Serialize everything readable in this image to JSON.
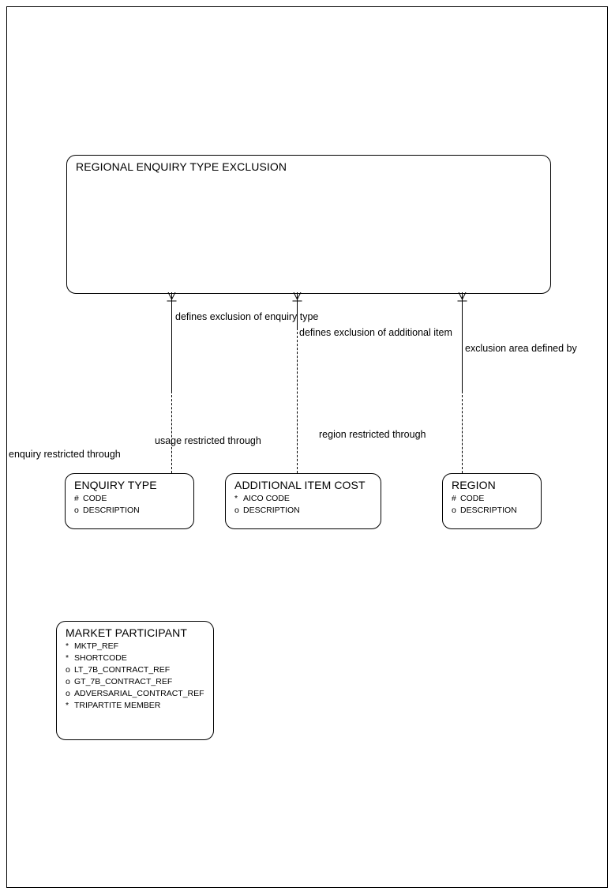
{
  "diagram": {
    "title": "REGIONAL ENQUIRY TYPE EXCLUSION",
    "type": "entity-relationship-diagram"
  },
  "entities": {
    "main": {
      "name": "REGIONAL ENQUIRY TYPE EXCLUSION",
      "attributes": []
    },
    "enquiry_type": {
      "name": "ENQUIRY TYPE",
      "attributes": [
        {
          "mark": "#",
          "label": "CODE"
        },
        {
          "mark": "o",
          "label": "DESCRIPTION"
        }
      ]
    },
    "additional_item_cost": {
      "name": "ADDITIONAL ITEM COST",
      "attributes": [
        {
          "mark": "*",
          "label": "AICO CODE"
        },
        {
          "mark": "o",
          "label": "DESCRIPTION"
        }
      ]
    },
    "region": {
      "name": "REGION",
      "attributes": [
        {
          "mark": "#",
          "label": "CODE"
        },
        {
          "mark": "o",
          "label": "DESCRIPTION"
        }
      ]
    },
    "market_participant": {
      "name": "MARKET PARTICIPANT",
      "attributes": [
        {
          "mark": "*",
          "label": "MKTP_REF"
        },
        {
          "mark": "*",
          "label": "SHORTCODE"
        },
        {
          "mark": "o",
          "label": "LT_7B_CONTRACT_REF"
        },
        {
          "mark": "o",
          "label": "GT_7B_CONTRACT_REF"
        },
        {
          "mark": "o",
          "label": "ADVERSARIAL_CONTRACT_REF"
        },
        {
          "mark": "*",
          "label": "TRIPARTITE MEMBER"
        }
      ]
    }
  },
  "relationships": [
    {
      "id": "rel-enquiry-type",
      "from_label": "defines exclusion of enquiry type",
      "to_label": "enquiry restricted through"
    },
    {
      "id": "rel-additional-item",
      "from_label": "defines exclusion of additional item",
      "to_label": "usage restricted through"
    },
    {
      "id": "rel-region",
      "from_label": "exclusion area defined by",
      "to_label": "region restricted through"
    }
  ],
  "colors": {
    "line": "#000000",
    "background": "#ffffff",
    "text": "#000000"
  }
}
